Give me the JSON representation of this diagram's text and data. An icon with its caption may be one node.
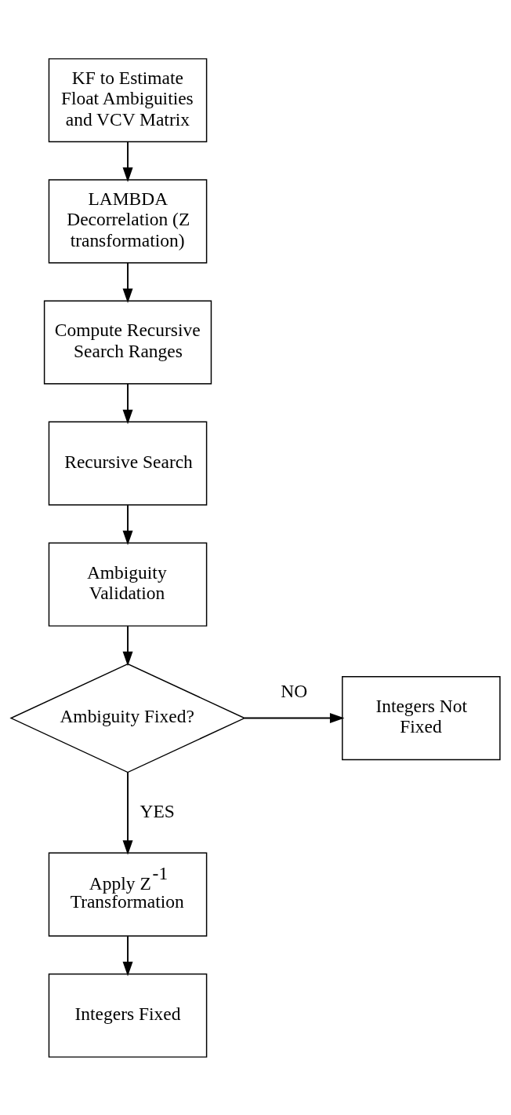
{
  "diagram": {
    "nodes": [
      {
        "text": [
          "KF to Estimate Float Ambiguities and VCV Matrix"
        ]
      },
      {
        "text": [
          "LAMBDA Decorrelation (Z transformation)"
        ]
      },
      {
        "text": [
          "Compute Recursive Search Ranges"
        ]
      },
      {
        "text": [
          "Recursive Search"
        ]
      },
      {
        "text": [
          "Ambiguity Validation"
        ]
      },
      {
        "text": [
          "Ambiguity Fixed?"
        ]
      },
      {
        "text": [
          "Integers Not Fixed"
        ]
      },
      {
        "text": [
          "Apply Z$^{-1}$ Transformation"
        ]
      },
      {
        "text": [
          "Integers Fixed"
        ]
      }
    ],
    "edges": [
      {
        "from": 0,
        "to": 1,
        "arrow": "to"
      },
      {
        "from": 1,
        "to": 2,
        "arrow": "to"
      },
      {
        "from": 2,
        "to": 3,
        "arrow": "to"
      },
      {
        "from": 3,
        "to": 4,
        "arrow": "to"
      },
      {
        "from": 4,
        "to": 5,
        "arrow": "to"
      },
      {
        "from": 5,
        "to": 6,
        "arrow": "to",
        "label": "NO"
      },
      {
        "from": 5,
        "to": 7,
        "arrow": "to",
        "label": "YES"
      },
      {
        "from": 7,
        "to": 8,
        "arrow": "to"
      }
    ]
  }
}
